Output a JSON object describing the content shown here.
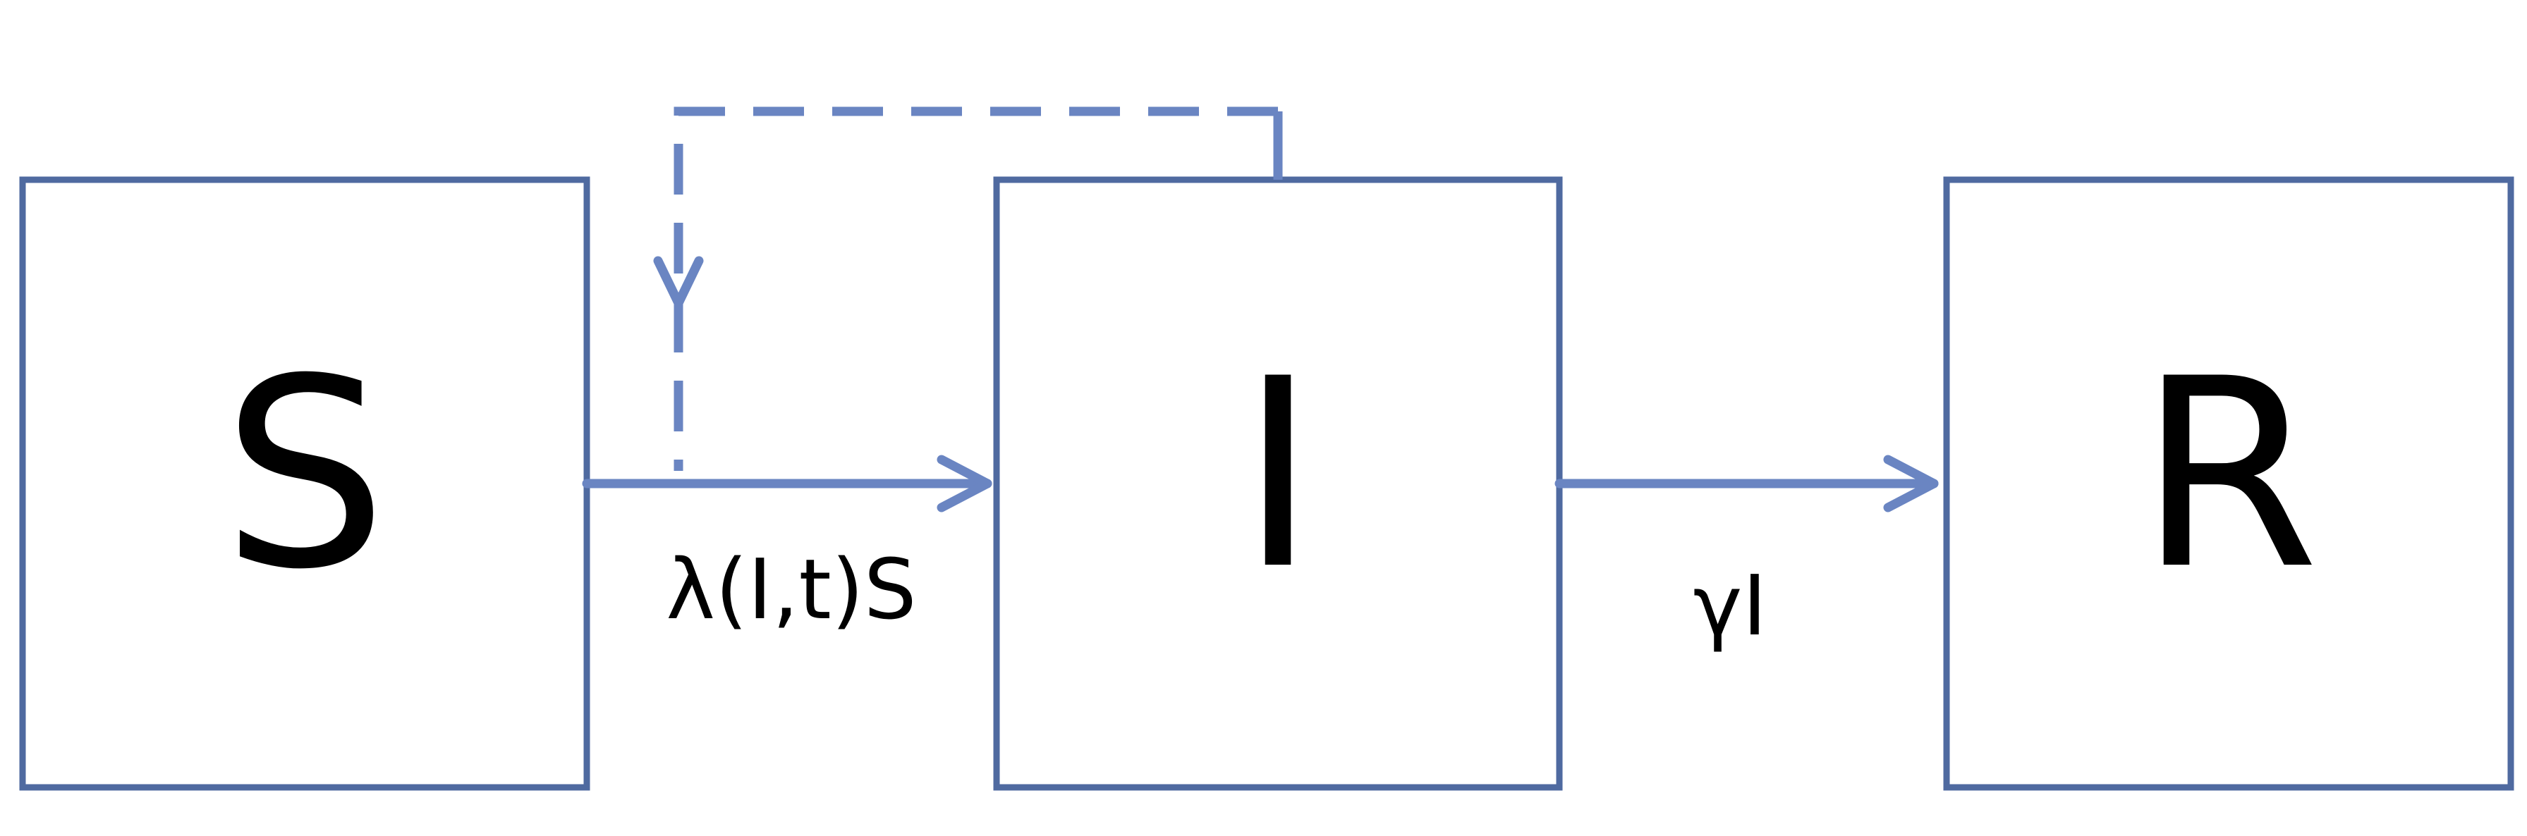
{
  "compartments": {
    "susceptible": {
      "label": "S"
    },
    "infected": {
      "label": "I"
    },
    "recovered": {
      "label": "R"
    }
  },
  "flows": {
    "infection_rate": {
      "label": "λ(I,t)S"
    },
    "recovery_rate": {
      "label": "γI"
    }
  },
  "colors": {
    "box_stroke": "#4f6aa0",
    "arrow": "#6a85c2",
    "text": "#000000"
  }
}
